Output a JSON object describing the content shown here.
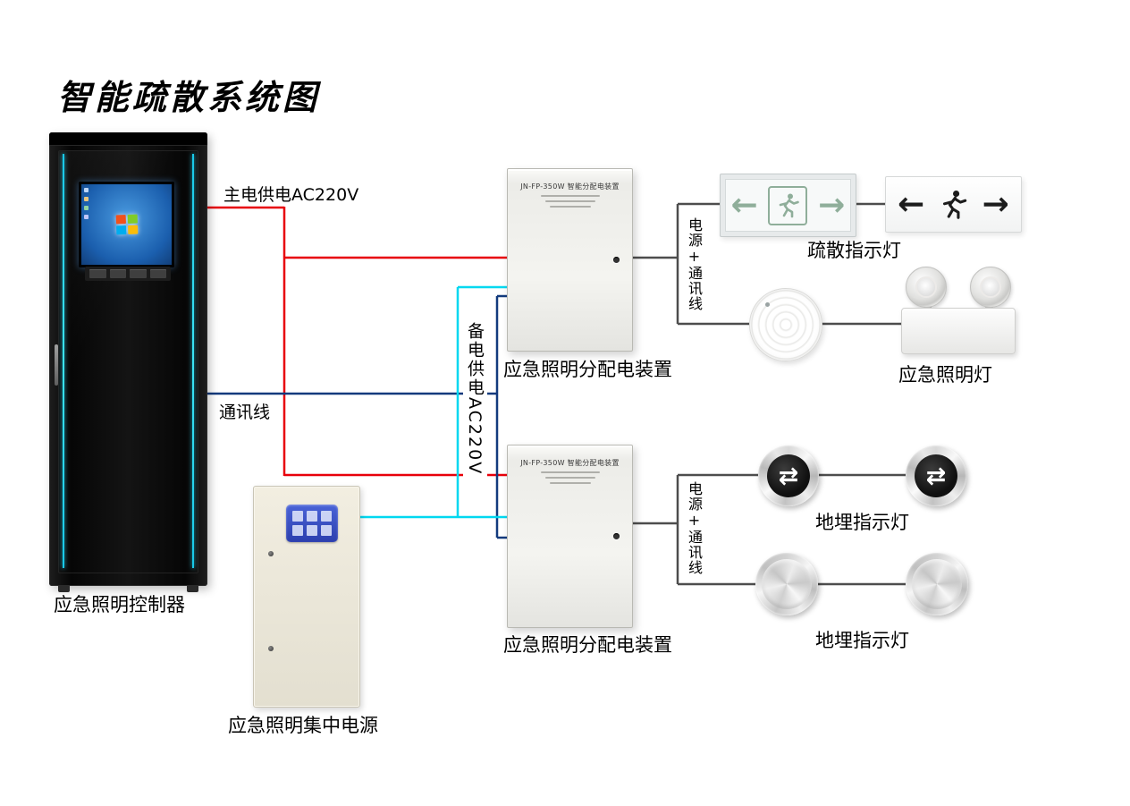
{
  "title": "智能疏散系统图",
  "wire_labels": {
    "main_power": "主电供电AC220V",
    "comm": "通讯线",
    "backup_power": "备电供电AC220V",
    "power_comm_top": "电源+通讯线",
    "power_comm_bottom": "电源+通讯线"
  },
  "devices": {
    "controller": {
      "label": "应急照明控制器"
    },
    "central_power": {
      "label": "应急照明集中电源"
    },
    "dist_box_top": {
      "label": "应急照明分配电装置",
      "model": "JN-FP-350W 智能分配电装置"
    },
    "dist_box_bottom": {
      "label": "应急照明分配电装置",
      "model": "JN-FP-350W 智能分配电装置"
    },
    "exit_signs": {
      "label": "疏散指示灯"
    },
    "emergency_lights": {
      "label": "应急照明灯"
    },
    "ground_lights_top": {
      "label": "地埋指示灯"
    },
    "ground_lights_bottom": {
      "label": "地埋指示灯"
    }
  },
  "icons": {
    "exit_arrow_left": "←",
    "exit_arrow_right": "→",
    "ground_arrows": "⇄"
  },
  "colors": {
    "main_power_wire": "#e8000a",
    "comm_wire": "#123a7d",
    "backup_wire": "#00d8f0",
    "device_wire": "#4d4d4d",
    "exit_green": "#8fae9a",
    "exit_dark": "#1c1c1c"
  }
}
